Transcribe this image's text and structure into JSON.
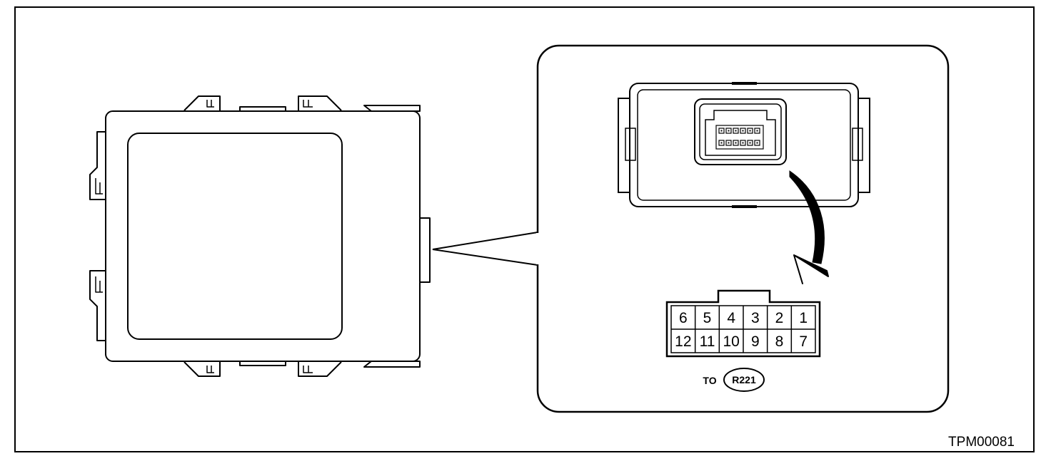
{
  "connector": {
    "pins_top_row": [
      "6",
      "5",
      "4",
      "3",
      "2",
      "1"
    ],
    "pins_bottom_row": [
      "12",
      "11",
      "10",
      "9",
      "8",
      "7"
    ],
    "to_label": "TO",
    "connector_id": "R221"
  },
  "figure_code": "TPM00081",
  "colors": {
    "line": "#000000",
    "background": "#ffffff"
  }
}
